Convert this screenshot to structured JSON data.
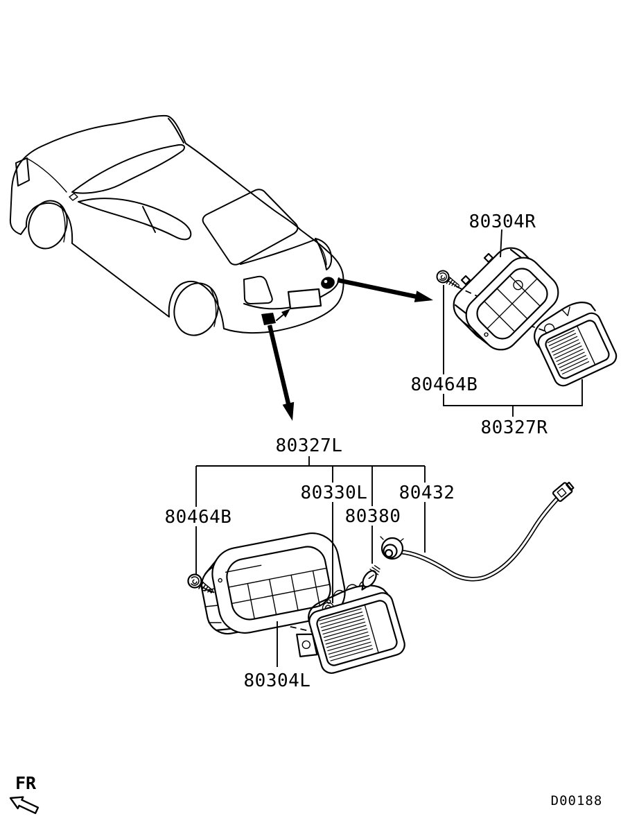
{
  "diagram": {
    "doc_code": "D00188",
    "front_direction_label": "FR",
    "colors": {
      "ink": "#000000",
      "background": "#ffffff"
    },
    "callouts": {
      "right_bracket": "80304R",
      "right_screw": "80464B",
      "right_lamp_assembly": "80327R",
      "left_lamp_assembly": "80327L",
      "left_lamp_body": "80330L",
      "bulb": "80380",
      "harness_socket": "80432",
      "left_screw": "80464B",
      "left_bracket": "80304L"
    }
  }
}
